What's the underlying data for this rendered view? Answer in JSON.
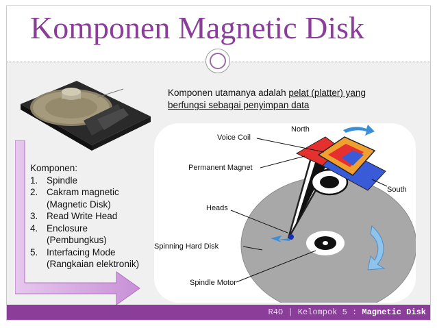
{
  "title": "Komponen Magnetic Disk",
  "description": {
    "plain": "Komponen utamanya adalah ",
    "underlined_line1": "pelat (platter) yang",
    "underlined_line2": "berfungsi sebagai penyimpan data"
  },
  "components": {
    "heading": "Komponen:",
    "items": [
      {
        "num": "1.",
        "line1": "Spindle",
        "line2": ""
      },
      {
        "num": "2.",
        "line1": "Cakram magnetic",
        "line2": "(Magnetic Disk)"
      },
      {
        "num": "3.",
        "line1": "Read Write Head",
        "line2": ""
      },
      {
        "num": "4.",
        "line1": "Enclosure",
        "line2": "(Pembungkus)"
      },
      {
        "num": "5.",
        "line1": "Interfacing Mode",
        "line2": "(Rangkaian elektronik)"
      }
    ]
  },
  "diagram_labels": {
    "north": "North",
    "voice_coil": "Voice Coil",
    "permanent_magnet": "Permanent Magnet",
    "south": "South",
    "heads": "Heads",
    "spinning_hard_disk": "Spinning Hard Disk",
    "spindle_motor": "Spindle Motor"
  },
  "footer": {
    "left": "R4O | Kelompok 5 : ",
    "bold": "Magnetic Disk"
  },
  "colors": {
    "accent": "#8b3d9a",
    "magnet_red": "#e53030",
    "magnet_blue": "#3a5bd8",
    "arrow_blue": "#3b8fd6"
  }
}
